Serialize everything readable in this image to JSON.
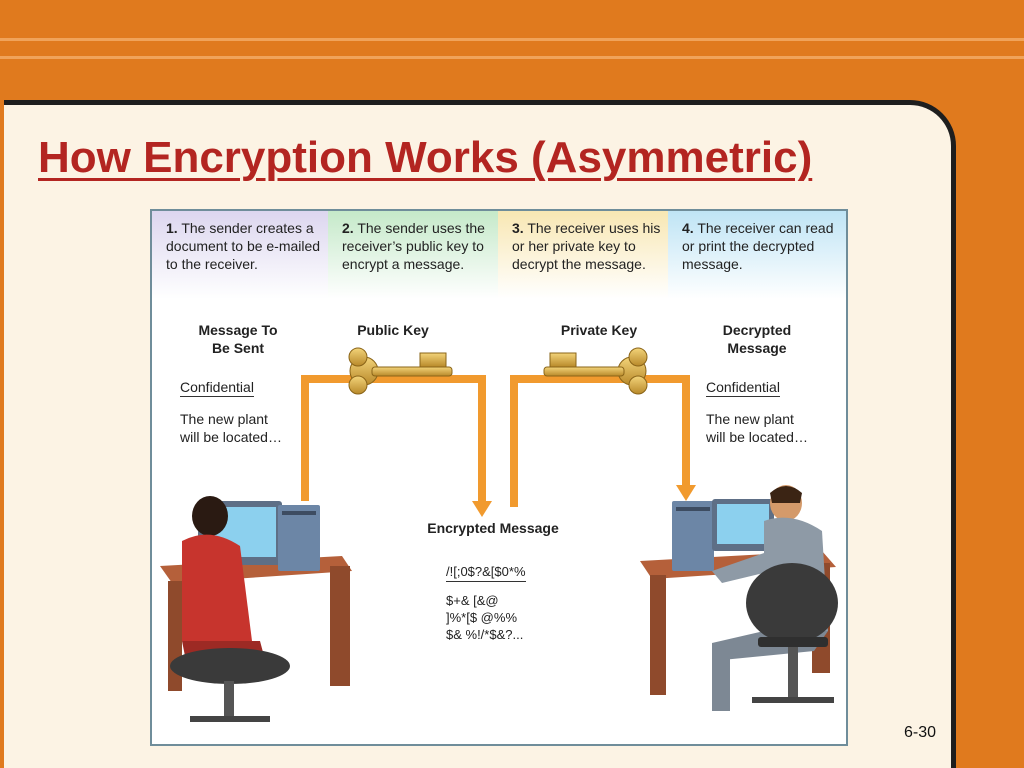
{
  "slide": {
    "title": "How Encryption Works (Asymmetric)",
    "page_number": "6-30"
  },
  "steps": [
    {
      "num": "1.",
      "text": "The sender creates a document to be e-mailed to the receiver."
    },
    {
      "num": "2.",
      "text": "The sender uses the receiver’s public key to encrypt a message."
    },
    {
      "num": "3.",
      "text": "The receiver uses his or her private key to decrypt the message."
    },
    {
      "num": "4.",
      "text": "The receiver can read or print the decrypted message."
    }
  ],
  "labels": {
    "message_to_be_sent": "Message To Be Sent",
    "public_key": "Public Key",
    "private_key": "Private Key",
    "decrypted_message": "Decrypted Message",
    "encrypted_message": "Encrypted Message"
  },
  "sender_doc": {
    "heading": "Confidential",
    "body": "The new plant will be located…"
  },
  "receiver_doc": {
    "heading": "Confidential",
    "body": "The new plant will be located…"
  },
  "cipher": {
    "line1": "/![;0$?&[$0*%",
    "line2": "$+& [&@",
    "line3": "]%*[$ @%%",
    "line4": "$& %!/*$&?..."
  },
  "colors": {
    "background": "#e07a1e",
    "title": "#b32521",
    "arrow": "#f19a2e",
    "key": "#d4a53a"
  }
}
